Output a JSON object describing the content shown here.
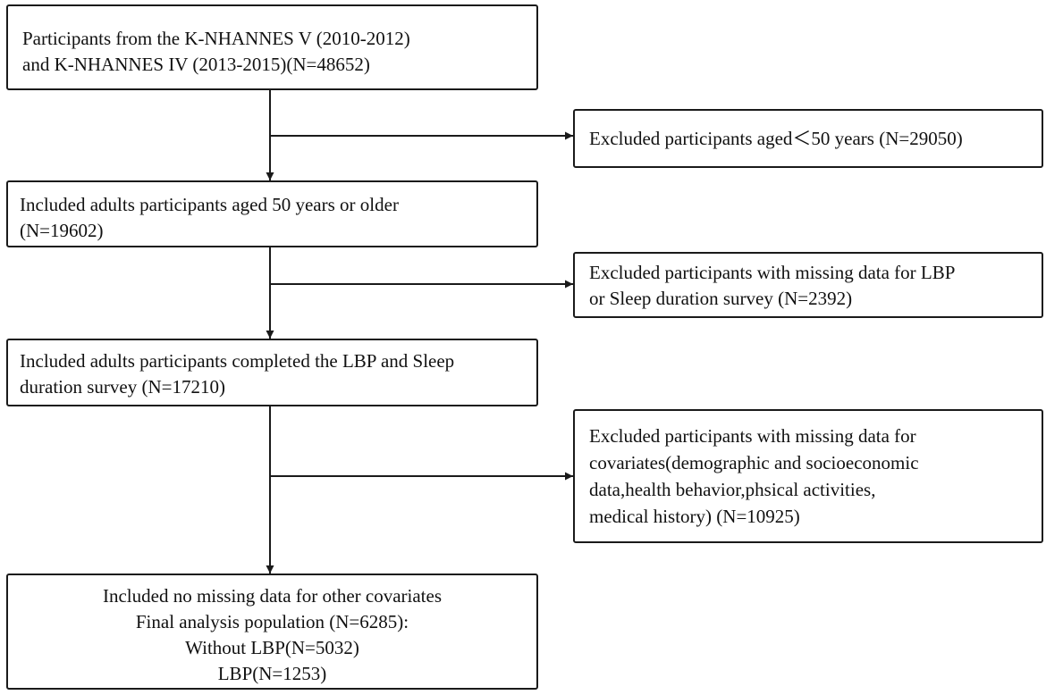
{
  "boxes": {
    "start": {
      "lines": [
        "Participants from the K-NHANNES V  (2010-2012)",
        "and K-NHANNES IV (2013-2015)(N=48652)"
      ]
    },
    "excluded_age": {
      "lines": [
        "Excluded participants aged＜50 years (N=29050)"
      ]
    },
    "included_age": {
      "lines": [
        "Included adults participants aged 50 years or older",
        "(N=19602)"
      ]
    },
    "excluded_missing_survey": {
      "lines": [
        "Excluded participants with missing data for LBP",
        "or Sleep duration survey (N=2392)"
      ]
    },
    "included_survey": {
      "lines": [
        "Included adults participants completed the LBP and Sleep",
        "duration survey (N=17210)"
      ]
    },
    "excluded_covariates": {
      "lines": [
        "Excluded participants with missing data for",
        "covariates(demographic and socioeconomic",
        "data,health behavior,phsical activities,",
        "medical history) (N=10925)"
      ]
    },
    "final": {
      "lines": [
        "Included no missing data for other covariates",
        "Final analysis population (N=6285):",
        "Without LBP(N=5032)",
        "LBP(N=1253)"
      ]
    }
  },
  "colors": {
    "stroke": "#1a1a1a",
    "background": "#ffffff"
  }
}
